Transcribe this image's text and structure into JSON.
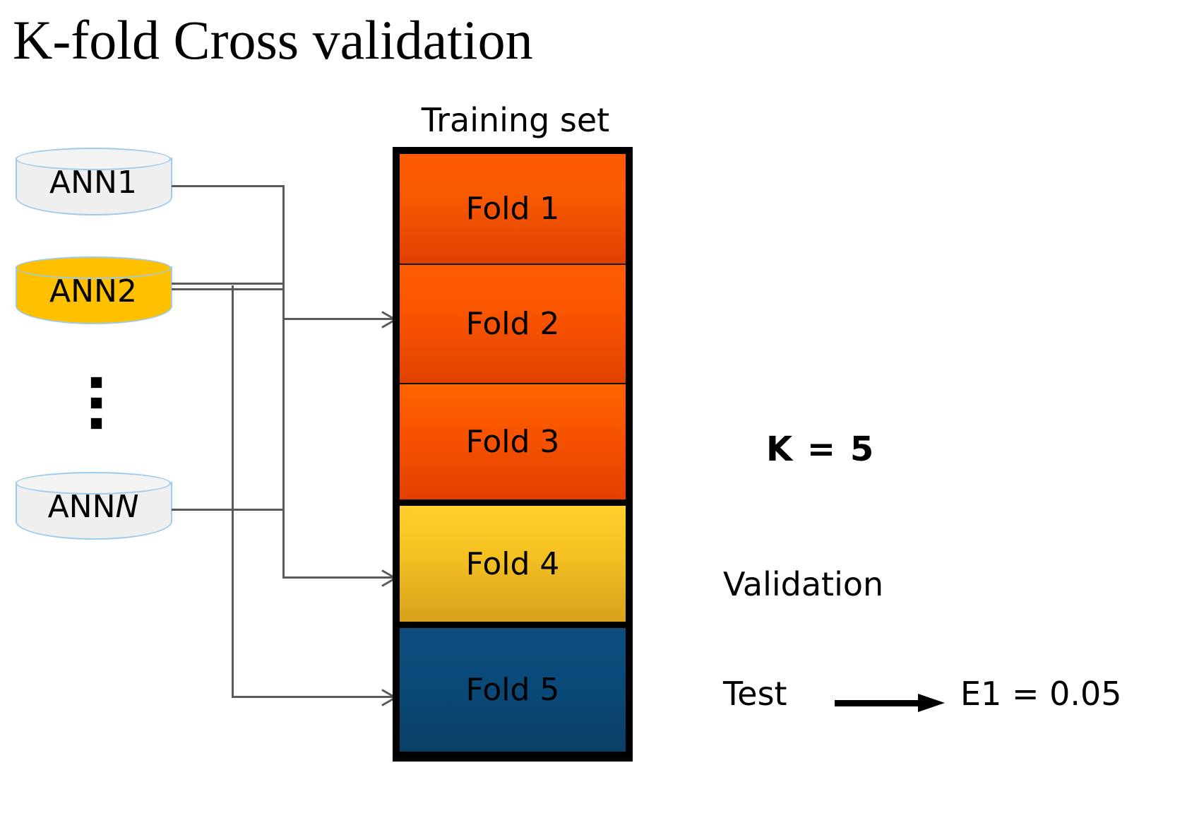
{
  "title": "K-fold Cross validation",
  "diagram": {
    "training_set_label": "Training set",
    "models": [
      {
        "label_prefix": "ANN",
        "label_suffix": "1",
        "italic_suffix": false,
        "fill": "#efefef",
        "stroke": "#9ecbea"
      },
      {
        "label_prefix": "ANN",
        "label_suffix": "2",
        "italic_suffix": false,
        "fill": "#ffc000",
        "stroke": "#9ecbea"
      },
      {
        "label_prefix": "ANN",
        "label_suffix": "N",
        "italic_suffix": true,
        "fill": "#efefef",
        "stroke": "#9ecbea"
      }
    ],
    "ellipsis_dots": 3,
    "folds": [
      {
        "label": "Fold 1",
        "role": "training",
        "color": "#f95b02"
      },
      {
        "label": "Fold 2",
        "role": "training",
        "color": "#fa5500"
      },
      {
        "label": "Fold 3",
        "role": "training",
        "color": "#f85400"
      },
      {
        "label": "Fold 4",
        "role": "validation",
        "color": "#f6c222"
      },
      {
        "label": "Fold 5",
        "role": "test",
        "color": "#0a4a79"
      }
    ],
    "annotations": {
      "k_value": "K = 5",
      "validation": "Validation",
      "test": "Test",
      "error": "E1 = 0.05"
    },
    "connector_color": "#595959",
    "border_color": "#000000"
  }
}
